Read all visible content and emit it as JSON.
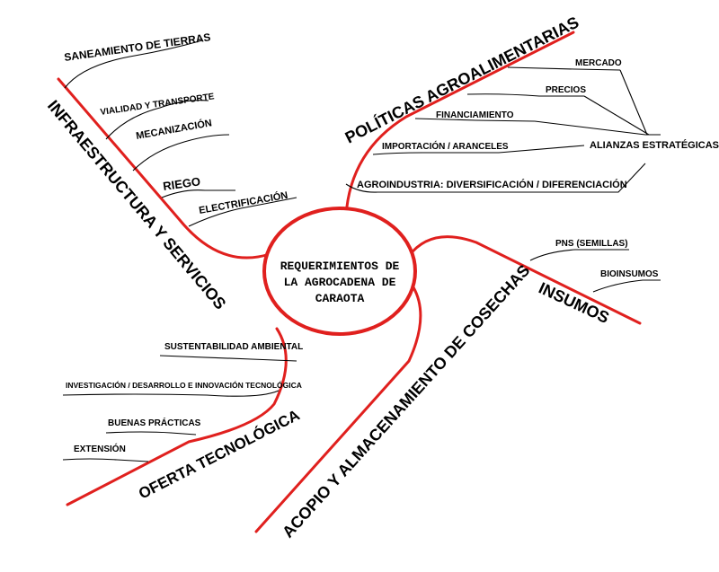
{
  "colors": {
    "branch": "#e0201e",
    "ink": "#000000",
    "background": "#ffffff"
  },
  "center": {
    "lines": [
      "REQUERIMIENTOS DE",
      "LA AGROCADENA DE",
      "CARAOTA"
    ]
  },
  "branches": {
    "infraestructura": {
      "title": "INFRAESTRUCTURA Y SERVICIOS",
      "items": [
        "SANEAMIENTO DE TIERRAS",
        "VIALIDAD Y TRANSPORTE",
        "MECANIZACIÓN",
        "RIEGO",
        "ELECTRIFICACIÓN"
      ]
    },
    "politicas": {
      "title": "POLÍTICAS AGROALIMENTARIAS",
      "items": [
        "MERCADO",
        "PRECIOS",
        "FINANCIAMIENTO",
        "IMPORTACIÓN / ARANCELES",
        "AGROINDUSTRIA:  DIVERSIFICACIÓN / DIFERENCIACIÓN"
      ],
      "hub": "ALIANZAS ESTRATÉGICAS"
    },
    "insumos": {
      "title": "INSUMOS",
      "items": [
        "PNS (SEMILLAS)",
        "BIOINSUMOS"
      ]
    },
    "acopio": {
      "title": "ACOPIO Y ALMACENAMIENTO DE COSECHAS",
      "items": []
    },
    "oferta": {
      "title": "OFERTA TECNOLÓGICA",
      "items": [
        "SUSTENTABILIDAD AMBIENTAL",
        "INVESTIGACIÓN / DESARROLLO E INNOVACIÓN TECNOLÓGICA",
        "BUENAS PRÁCTICAS",
        "EXTENSIÓN"
      ]
    }
  }
}
